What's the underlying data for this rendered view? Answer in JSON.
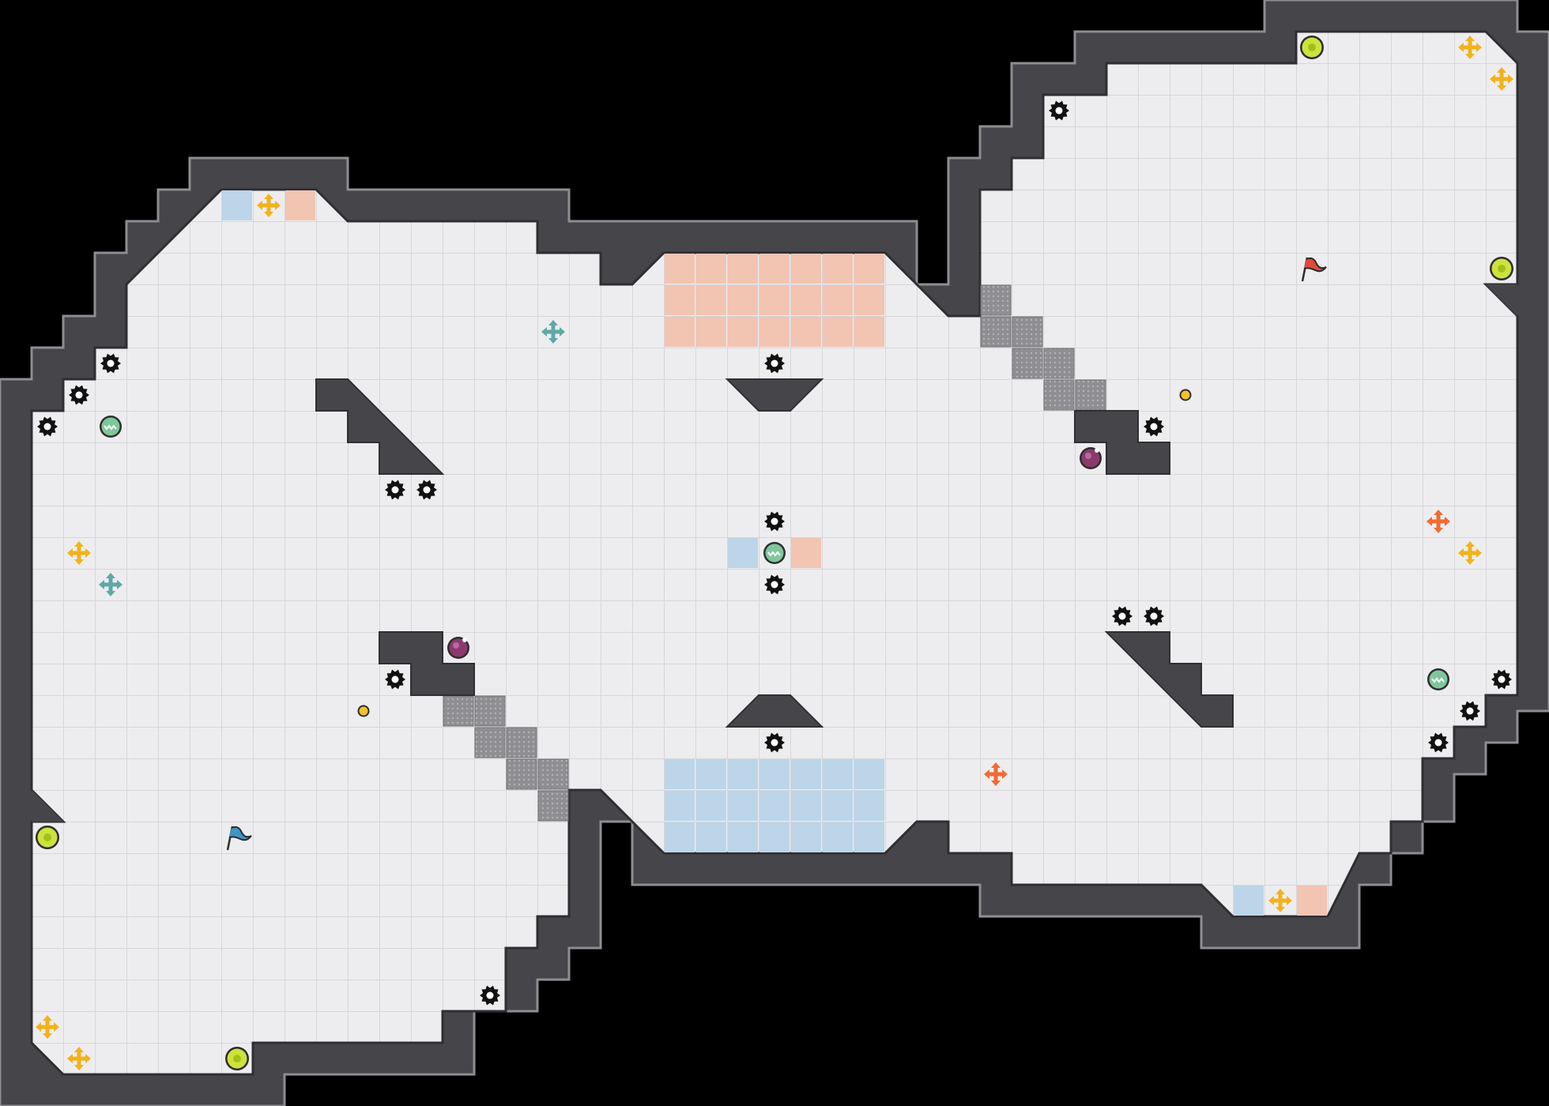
{
  "map": {
    "name": "",
    "grid_cols": 49,
    "grid_rows": 35
  },
  "colors": {
    "background": "#000000",
    "wall": "#46454a",
    "wall_rim": "#8e8d92",
    "floor": "#ededef",
    "grid_line": "#d7d7da",
    "blue_zone": "#bcd5e8",
    "red_zone": "#f2c4b2",
    "hatched_block": "#8f8f93",
    "mine": "#111111",
    "teleport": "#cde23c",
    "spawn_yellow": "#f2b21b",
    "spawn_teal": "#5fa8a6",
    "spawn_orange": "#ef6b35",
    "ammo_green": "#7fc79b",
    "health_purple": "#8b3a6e",
    "coin": "#f2c12e",
    "red_flag": "#e04a3a",
    "blue_flag": "#3f95c9"
  },
  "legend_items": [
    {
      "kind": "mine",
      "icon": "gear-mine-icon"
    },
    {
      "kind": "teleporter",
      "icon": "teleport-pad-icon"
    },
    {
      "kind": "spawn-yellow",
      "icon": "spawn-arrows-icon"
    },
    {
      "kind": "spawn-teal",
      "icon": "spawn-arrows-icon"
    },
    {
      "kind": "spawn-orange",
      "icon": "spawn-arrows-icon"
    },
    {
      "kind": "ammo",
      "icon": "ammo-pack-icon"
    },
    {
      "kind": "health",
      "icon": "health-orb-icon"
    },
    {
      "kind": "coin",
      "icon": "coin-icon"
    },
    {
      "kind": "red-flag",
      "icon": "red-flag-icon"
    },
    {
      "kind": "blue-flag",
      "icon": "blue-flag-icon"
    }
  ]
}
